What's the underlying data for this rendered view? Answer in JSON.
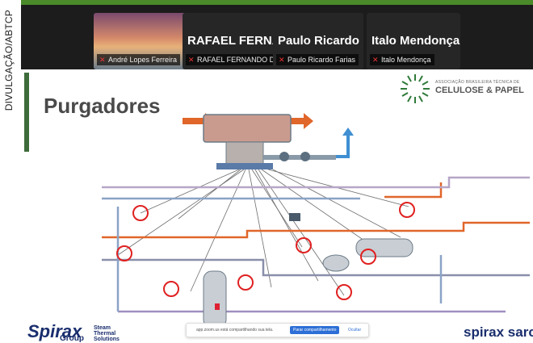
{
  "credit": "DIVULGAÇÃO/ABTCP",
  "participants": [
    {
      "big_label": "",
      "name": "André Lopes Ferreira"
    },
    {
      "big_label": "RAFAEL FERNA...",
      "name": "RAFAEL FERNANDO D..."
    },
    {
      "big_label": "Paulo Ricardo F...",
      "name": "Paulo Ricardo Farias"
    },
    {
      "big_label": "Italo Mendonça",
      "name": "Italo Mendonça"
    }
  ],
  "slide": {
    "title": "Purgadores",
    "logo_line1": "ASSOCIAÇÃO BRASILEIRA TÉCNICA DE",
    "logo_line2": "CELULOSE & PAPEL"
  },
  "share_bar": {
    "text": "app.zoom.us está compartilhando sua tela.",
    "stop_button": "Parar compartilhamento",
    "hide_link": "Ocultar"
  },
  "footer": {
    "spirax": "Spirax",
    "group": "Group",
    "steam_lines": [
      "Steam",
      "Thermal",
      "Solutions"
    ],
    "sarco": "spirax sarco"
  },
  "colors": {
    "accent_green": "#4a8a2a",
    "zoom_bg": "#1c1c1c",
    "brand_blue": "#1a2e6e",
    "pipe_red": "#e0662a"
  }
}
